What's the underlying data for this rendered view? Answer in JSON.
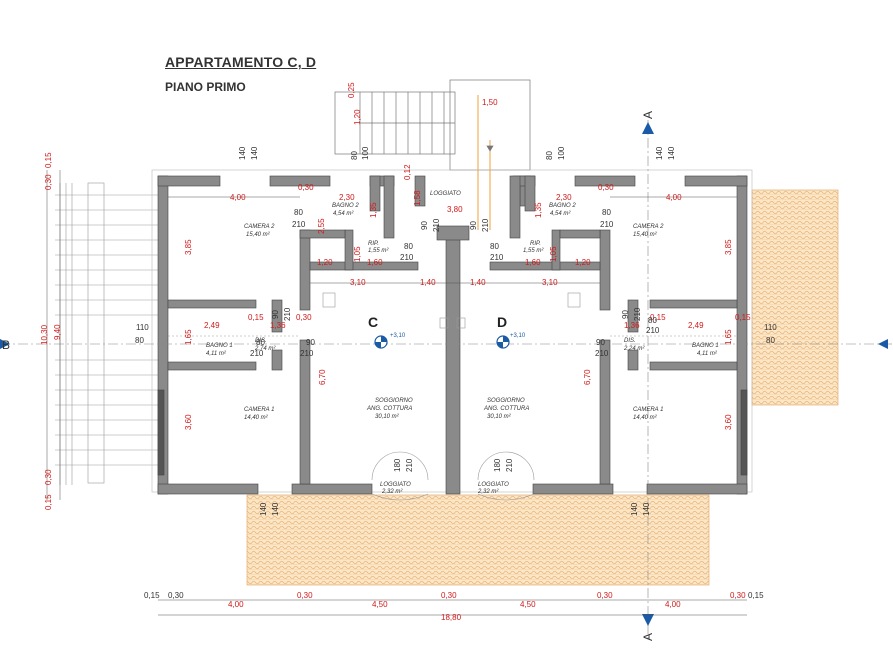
{
  "title": "APPARTAMENTO C, D",
  "subtitle": "PIANO PRIMO",
  "units": {
    "C": "C",
    "D": "D"
  },
  "section_marks": {
    "A": "A",
    "B": "B"
  },
  "elevation": "+3,10",
  "rooms": {
    "camera2_left": {
      "name": "CAMERA 2",
      "area": "15,40 m²"
    },
    "bagno2_left": {
      "name": "BAGNO 2",
      "area": "4,54 m²"
    },
    "rip_left": {
      "name": "RIP.",
      "area": "1,55 m²"
    },
    "bagno1_left": {
      "name": "BAGNO 1",
      "area": "4,11 m²"
    },
    "dis_left": {
      "name": "DIS.",
      "area": "2,74 m²"
    },
    "camera1_left": {
      "name": "CAMERA 1",
      "area": "14,40 m²"
    },
    "soggiorno_left": {
      "name": "SOGGIORNO",
      "name2": "ANG. COTTURA",
      "area": "30,10 m²"
    },
    "loggiato_top": {
      "name": "LOGGIATO"
    },
    "loggiato_left": {
      "name": "LOGGIATO",
      "area": "2,32 m²"
    },
    "loggiato_right": {
      "name": "LOGGIATO",
      "area": "2,32 m²"
    },
    "camera2_right": {
      "name": "CAMERA 2",
      "area": "15,40 m²"
    },
    "bagno2_right": {
      "name": "BAGNO 2",
      "area": "4,54 m²"
    },
    "rip_right": {
      "name": "RIP.",
      "area": "1,55 m²"
    },
    "bagno1_right": {
      "name": "BAGNO 1",
      "area": "4,11 m²"
    },
    "dis_right": {
      "name": "DIS.",
      "area": "2,24 m²"
    },
    "camera1_right": {
      "name": "CAMERA 1",
      "area": "14,40 m²"
    },
    "soggiorno_right": {
      "name": "SOGGIORNO",
      "name2": "ANG. COTTURA",
      "area": "30,10 m²"
    }
  },
  "dims": {
    "d150": "1,50",
    "d400": "4,00",
    "d230": "2,30",
    "d030": "0,30",
    "d380": "3,80",
    "d158": "1,58",
    "d012": "0,12",
    "d135": "1,35",
    "d255": "2,55",
    "d385": "3,85",
    "d105": "1,05",
    "d160": "1,60",
    "d120": "1,20",
    "d310": "3,10",
    "d140": "1,40",
    "d249": "2,49",
    "d136": "1,36",
    "d015": "0,15",
    "d165": "1,65",
    "d670": "6,70",
    "d360": "3,60",
    "d450": "4,50",
    "d1880": "18,80",
    "d025": "0,25",
    "d1030": "10,30",
    "d940": "9,40",
    "n80": "80",
    "n90": "90",
    "n100": "100",
    "n110": "110",
    "n140": "140",
    "n180": "180",
    "n210": "210"
  }
}
